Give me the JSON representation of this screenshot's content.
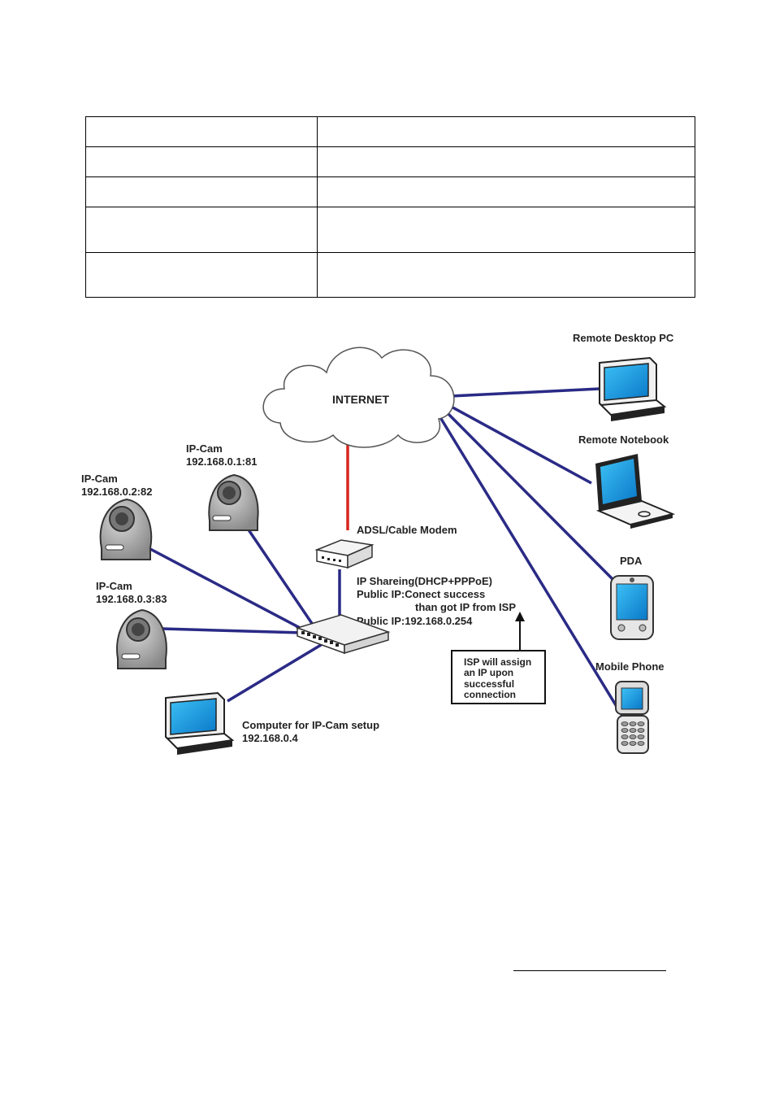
{
  "table": {
    "rows": [
      {
        "a": "",
        "b": ""
      },
      {
        "a": "",
        "b": ""
      },
      {
        "a": "",
        "b": ""
      },
      {
        "a": "",
        "b": ""
      },
      {
        "a": "",
        "b": ""
      }
    ]
  },
  "diagram": {
    "internet": "INTERNET",
    "remote_desktop": "Remote Desktop PC",
    "remote_notebook": "Remote Notebook",
    "pda": "PDA",
    "mobile_phone": "Mobile Phone",
    "modem": "ADSL/Cable Modem",
    "cam1": {
      "name": "IP-Cam",
      "ip": "192.168.0.1:81"
    },
    "cam2": {
      "name": "IP-Cam",
      "ip": "192.168.0.2:82"
    },
    "cam3": {
      "name": "IP-Cam",
      "ip": "192.168.0.3:83"
    },
    "router_info": {
      "line1": "IP Shareing(DHCP+PPPoE)",
      "line2": "Public IP:Conect success",
      "line3": "than got IP from ISP",
      "line4": "Public IP:192.168.0.254"
    },
    "isp_box": [
      "ISP will assign",
      "an IP upon",
      "successful",
      "connection"
    ],
    "setup_pc": {
      "line1": "Computer for IP-Cam setup",
      "line2": "192.168.0.4"
    }
  },
  "colors": {
    "link": "#2a2a86",
    "modem_link": "#d8261f",
    "screen": "#1a9ee0"
  }
}
